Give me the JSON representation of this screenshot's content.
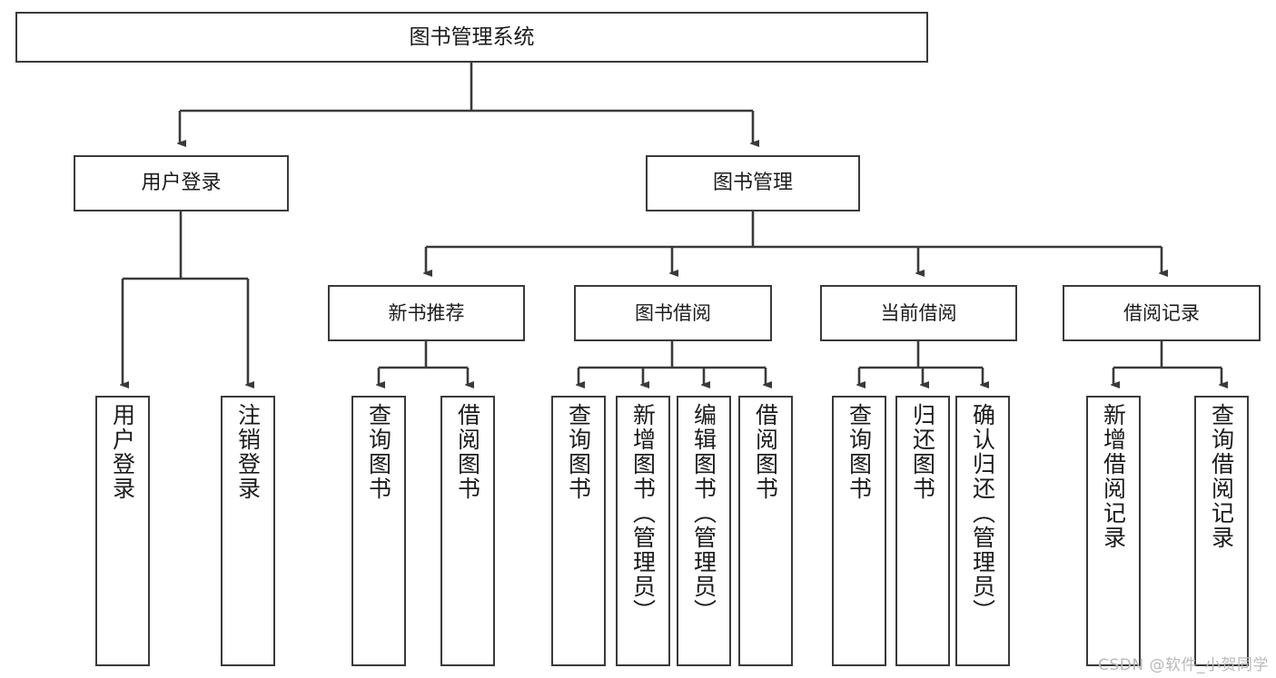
{
  "diagram": {
    "title": "图书管理系统",
    "root": {
      "label": "图书管理系统"
    },
    "tier2": [
      {
        "label": "用户登录"
      },
      {
        "label": "图书管理"
      }
    ],
    "tier3": [
      {
        "label": "新书推荐"
      },
      {
        "label": "图书借阅"
      },
      {
        "label": "当前借阅"
      },
      {
        "label": "借阅记录"
      }
    ],
    "leaves": {
      "user_login": [
        {
          "label": "用户登录"
        },
        {
          "label": "注销登录"
        }
      ],
      "new_book_recommend": [
        {
          "label": "查询图书"
        },
        {
          "label": "借阅图书"
        }
      ],
      "book_borrow": [
        {
          "label": "查询图书"
        },
        {
          "label": "新增图书（管理员）"
        },
        {
          "label": "编辑图书（管理员）"
        },
        {
          "label": "借阅图书"
        }
      ],
      "current_borrow": [
        {
          "label": "查询图书"
        },
        {
          "label": "归还图书"
        },
        {
          "label": "确认归还（管理员）"
        }
      ],
      "borrow_record": [
        {
          "label": "新增借阅记录"
        },
        {
          "label": "查询借阅记录"
        }
      ]
    },
    "watermark": "CSDN @软件_小贺同学",
    "colors": {
      "border": "#3a3a3a",
      "text": "#1b1b1b",
      "background": "#ffffff",
      "watermark": "#b9b9b9"
    }
  }
}
